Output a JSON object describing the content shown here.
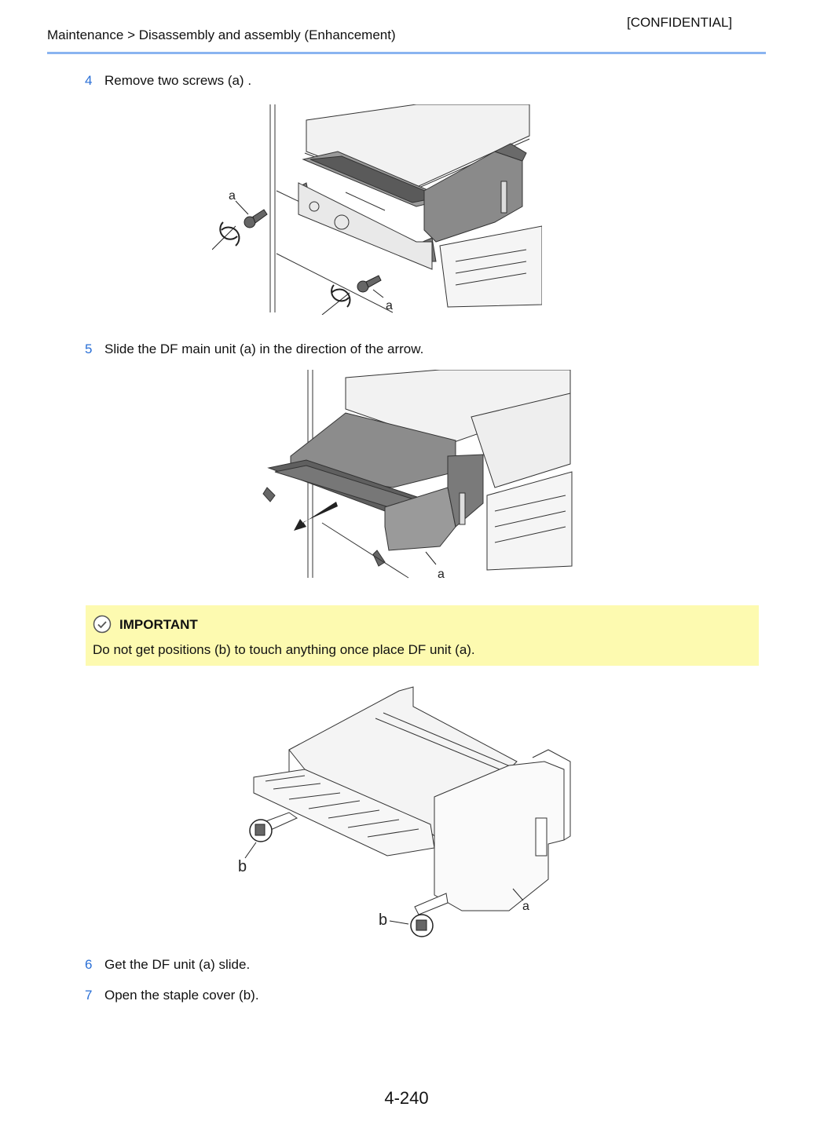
{
  "header": {
    "confidential": "[CONFIDENTIAL]",
    "breadcrumb": "Maintenance > Disassembly and assembly (Enhancement)"
  },
  "steps": [
    {
      "num": "4",
      "text": "Remove two screws (a) ."
    },
    {
      "num": "5",
      "text": "Slide the DF main unit (a) in the direction of the arrow."
    },
    {
      "num": "6",
      "text": "Get the DF unit (a) slide."
    },
    {
      "num": "7",
      "text": "Open the staple cover (b)."
    }
  ],
  "figures": {
    "fig1": {
      "labels": [
        "a",
        "a"
      ]
    },
    "fig2": {
      "labels": [
        "a"
      ]
    },
    "fig3": {
      "labels": [
        "b",
        "b",
        "a"
      ]
    }
  },
  "important": {
    "title": "IMPORTANT",
    "body": "Do not get positions (b) to touch anything once place DF unit (a)."
  },
  "page_number": "4-240",
  "colors": {
    "accent": "#2a6fd6",
    "rule": "#8ab4f0",
    "important_bg": "#fdfab0"
  }
}
